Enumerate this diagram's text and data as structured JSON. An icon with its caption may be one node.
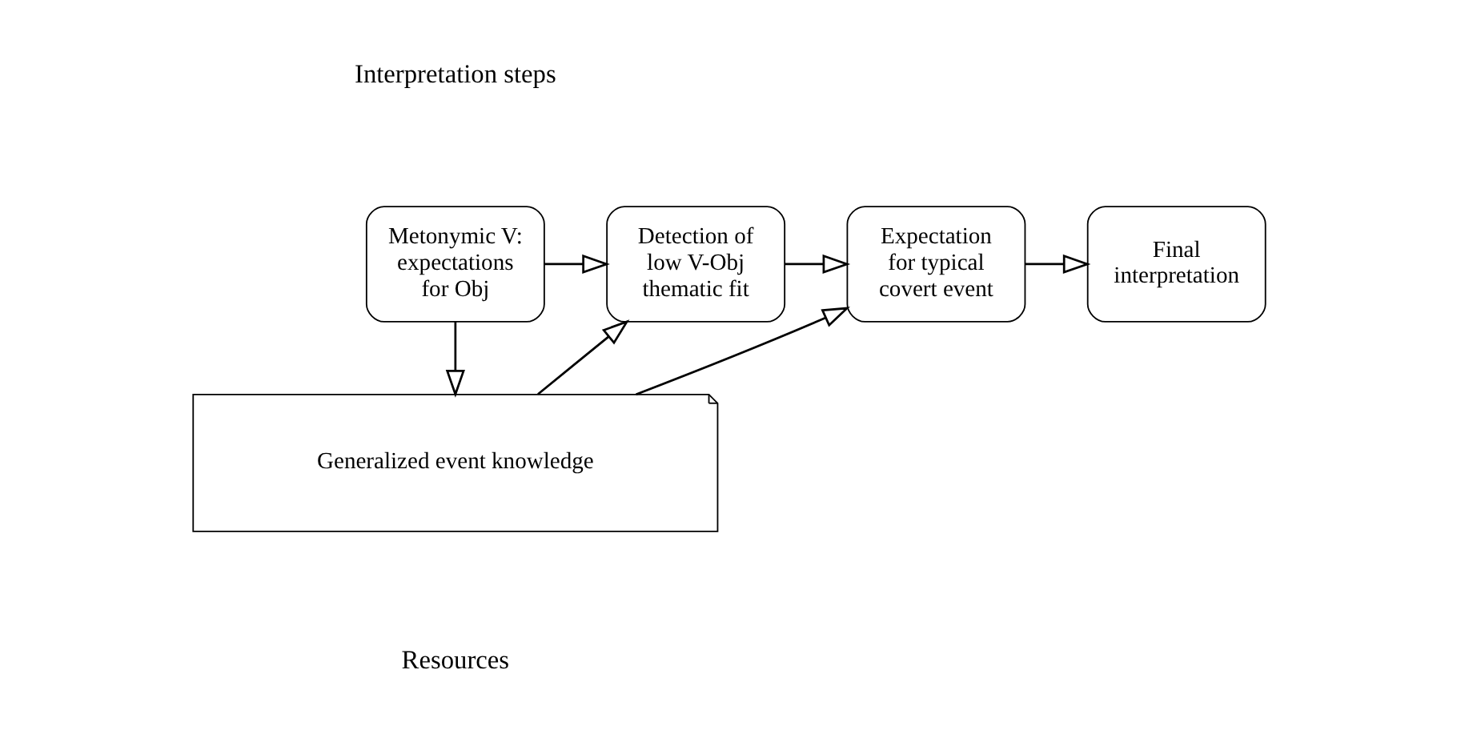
{
  "diagram": {
    "nodes": [
      {
        "text": [
          "Metonymic V: expectations for Obj"
        ]
      },
      {
        "text": [
          "Detection of low V-Obj thematic fit"
        ]
      },
      {
        "text": [
          "Expectation for typical covert event"
        ]
      },
      {
        "text": [
          "Final interpretation"
        ]
      },
      {
        "text": [
          "Generalized event knowledge"
        ]
      }
    ],
    "edges": [
      {
        "from": 0,
        "to": 1,
        "arrow": "to"
      },
      {
        "from": 1,
        "to": 2,
        "arrow": "to"
      },
      {
        "from": 2,
        "to": 3,
        "arrow": "to"
      },
      {
        "from": 0,
        "to": 4,
        "arrow": "to"
      },
      {
        "from": 4,
        "to": 1,
        "arrow": "to"
      },
      {
        "from": 4,
        "to": 2,
        "arrow": "to"
      }
    ],
    "labels": [
      "Interpretation steps",
      "Resources"
    ]
  }
}
